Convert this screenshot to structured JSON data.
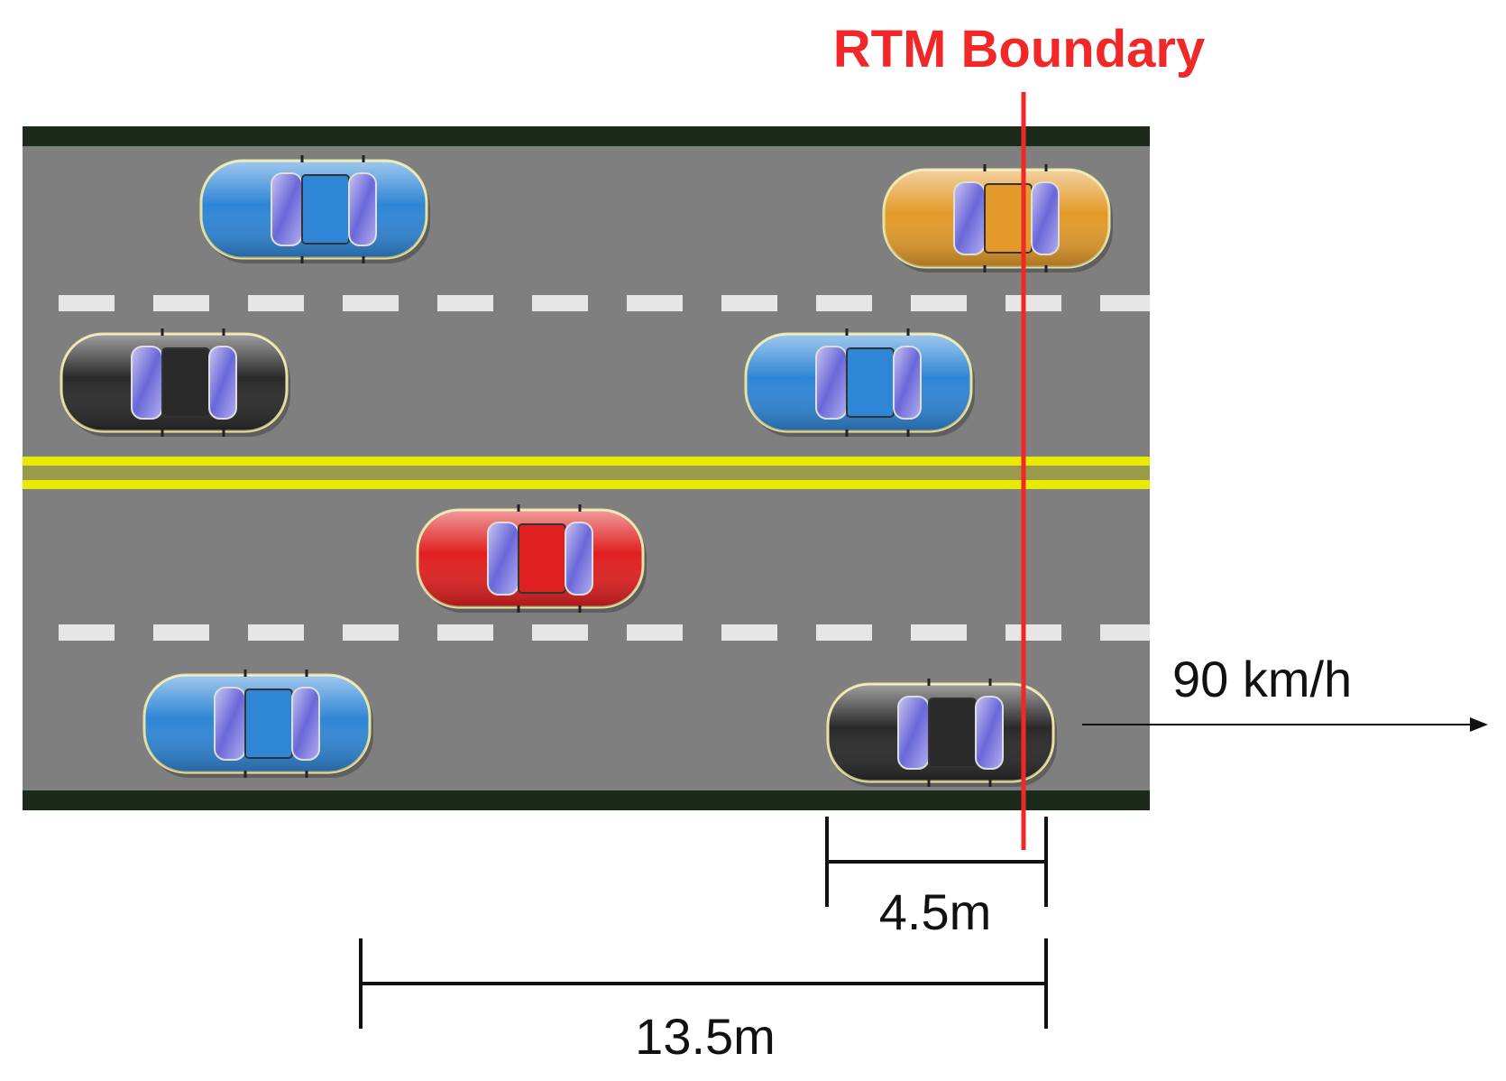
{
  "boundary": {
    "label": "RTM Boundary",
    "color": "#f02828"
  },
  "speed": {
    "label": "90 km/h"
  },
  "dimensions": {
    "short": {
      "label": "4.5m"
    },
    "long": {
      "label": "13.5m"
    }
  },
  "road": {
    "asphalt": "#7f7f7f",
    "edge": "#1b2a1b",
    "center_line": "#e8ea00",
    "lane_marking": "#e6e6e6"
  },
  "cars": [
    {
      "lane": 1,
      "color_name": "blue",
      "color": "#2f86d6"
    },
    {
      "lane": 1,
      "color_name": "orange",
      "color": "#e39a2a"
    },
    {
      "lane": 2,
      "color_name": "black",
      "color": "#2a2a2a"
    },
    {
      "lane": 2,
      "color_name": "blue",
      "color": "#2f86d6"
    },
    {
      "lane": 3,
      "color_name": "red",
      "color": "#e02020"
    },
    {
      "lane": 4,
      "color_name": "blue",
      "color": "#2f86d6"
    },
    {
      "lane": 4,
      "color_name": "black",
      "color": "#2a2a2a"
    }
  ]
}
